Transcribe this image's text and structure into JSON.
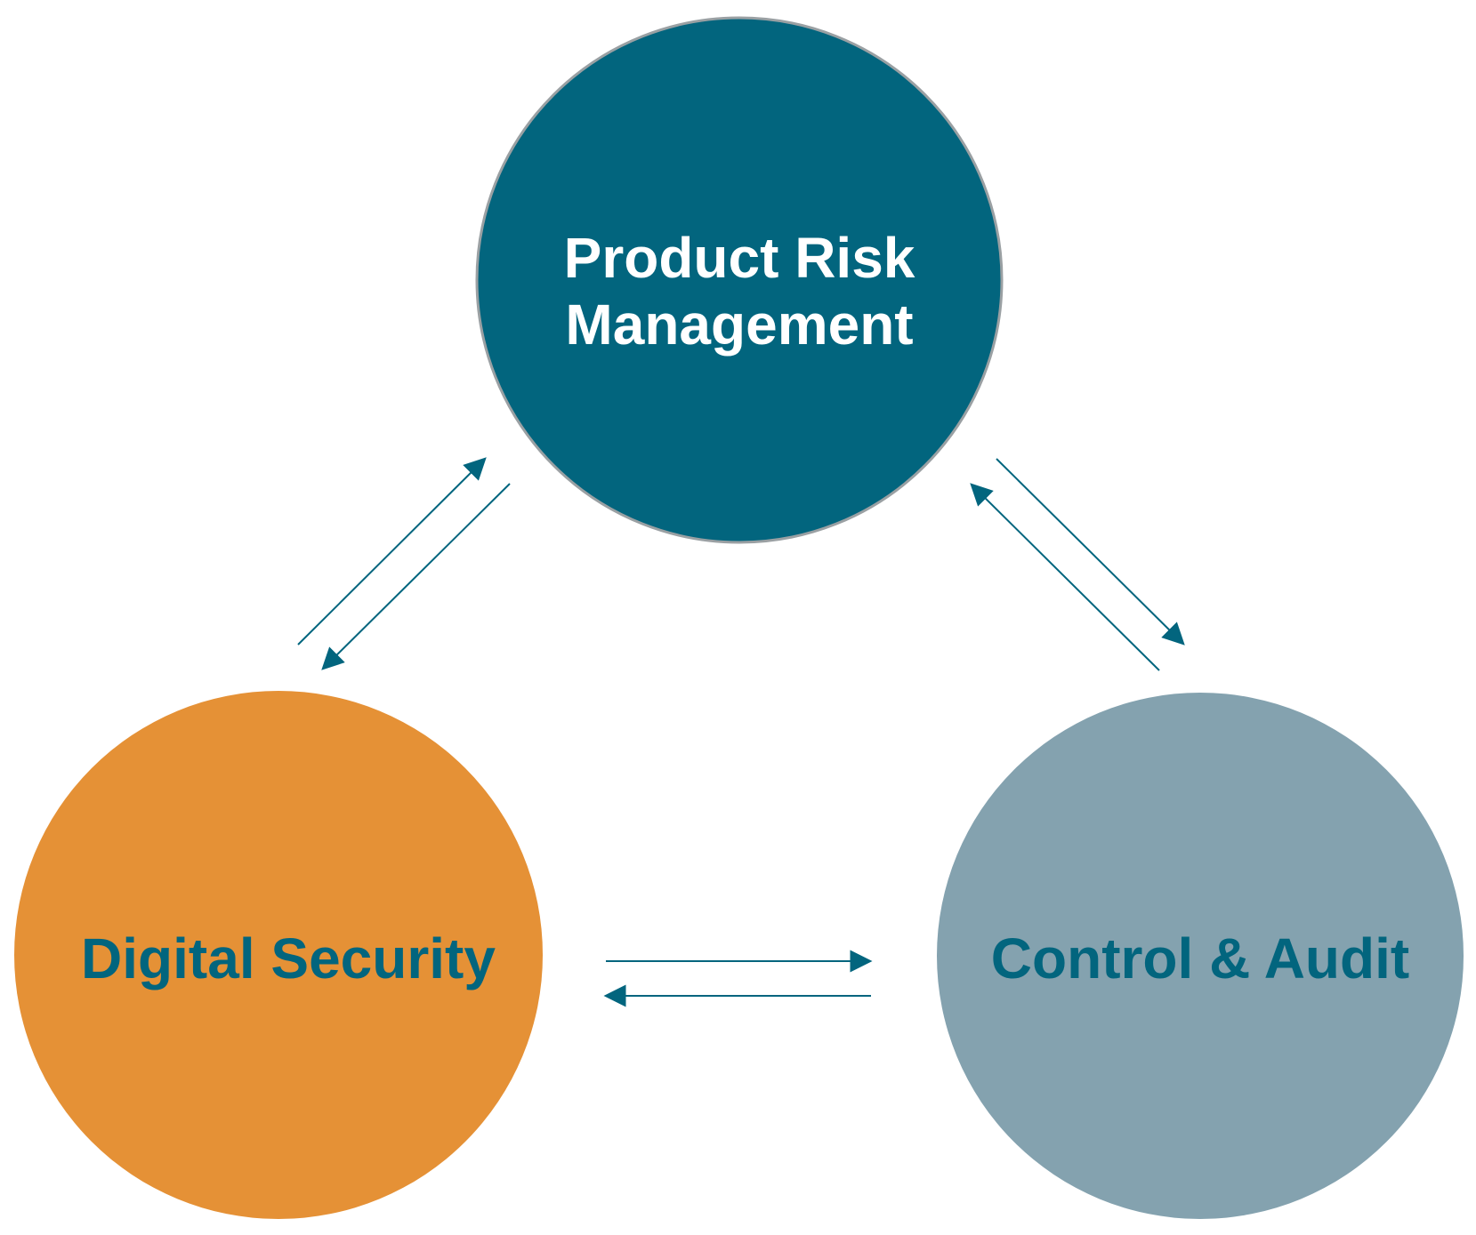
{
  "nodes": {
    "product_risk": {
      "line1": "Product Risk",
      "line2": "Management",
      "fill": "#02657e",
      "text_color": "#ffffff"
    },
    "digital_security": {
      "label": "Digital Security",
      "fill": "#e59136",
      "text_color": "#02657e"
    },
    "control_audit": {
      "label": "Control & Audit",
      "fill": "#84a2af",
      "text_color": "#02657e"
    }
  },
  "arrow_color": "#02657e",
  "edges": [
    {
      "from": "digital_security",
      "to": "product_risk"
    },
    {
      "from": "product_risk",
      "to": "digital_security"
    },
    {
      "from": "product_risk",
      "to": "control_audit"
    },
    {
      "from": "control_audit",
      "to": "product_risk"
    },
    {
      "from": "digital_security",
      "to": "control_audit"
    },
    {
      "from": "control_audit",
      "to": "digital_security"
    }
  ]
}
